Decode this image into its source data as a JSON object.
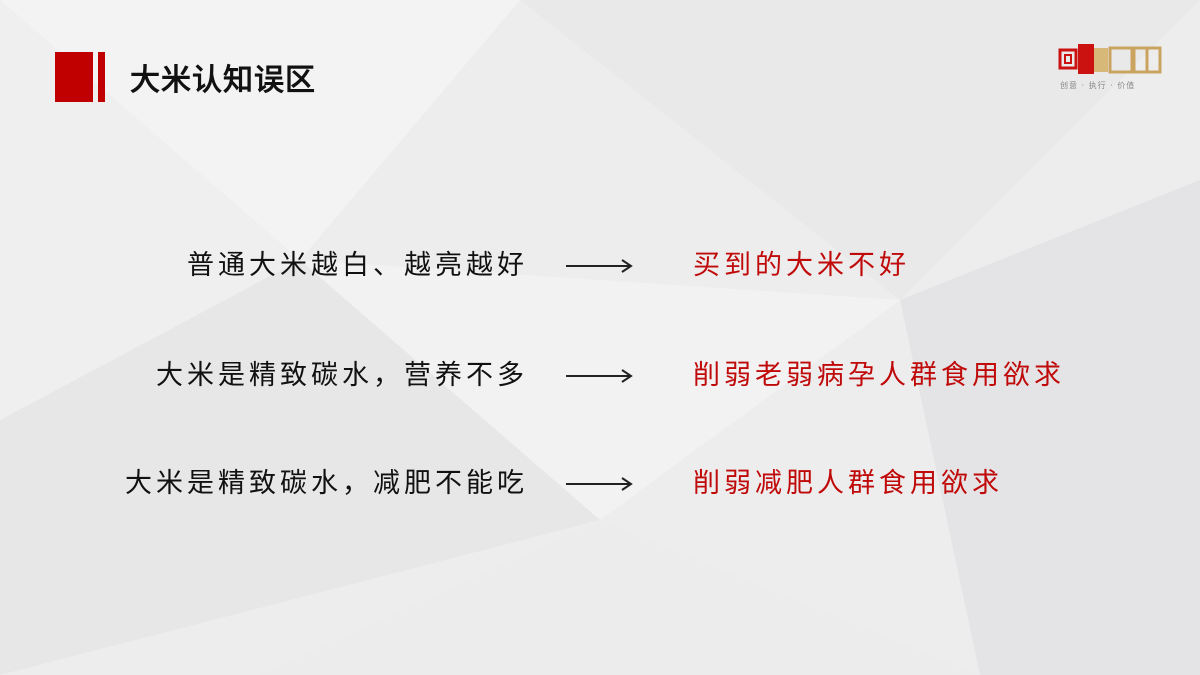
{
  "slide": {
    "title": "大米认知误区",
    "accent_color": "#c00000",
    "text_color": "#111111",
    "highlight_color": "#c00a0a"
  },
  "logo": {
    "tagline": "创意 · 执行 · 价值"
  },
  "rows": [
    {
      "misconception": "普通大米越白、越亮越好",
      "arrow": "⟶",
      "consequence": "买到的大米不好"
    },
    {
      "misconception": "大米是精致碳水，营养不多",
      "arrow": "⟶",
      "consequence": "削弱老弱病孕人群食用欲求"
    },
    {
      "misconception": "大米是精致碳水，减肥不能吃",
      "arrow": "⟶",
      "consequence": "削弱减肥人群食用欲求"
    }
  ]
}
